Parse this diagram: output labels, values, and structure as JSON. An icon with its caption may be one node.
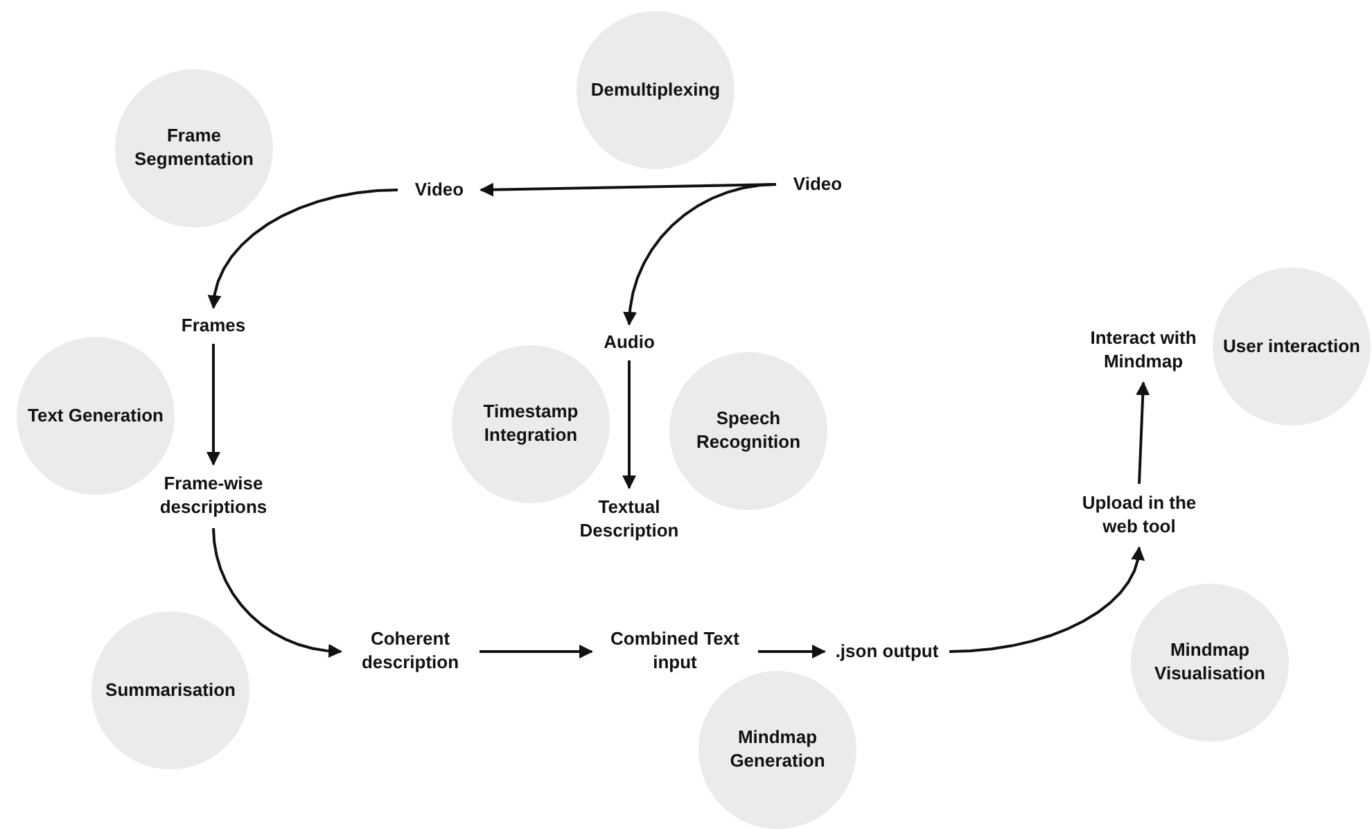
{
  "diagram": {
    "nodes": [
      {
        "text": [
          "Demultiplexing"
        ]
      },
      {
        "text": [
          "Frame Segmentation"
        ]
      },
      {
        "text": [
          "Video"
        ]
      },
      {
        "text": [
          "Video"
        ]
      },
      {
        "text": [
          "Frames"
        ]
      },
      {
        "text": [
          "Audio"
        ]
      },
      {
        "text": [
          "Text Generation"
        ]
      },
      {
        "text": [
          "Timestamp Integration"
        ]
      },
      {
        "text": [
          "Speech Recognition"
        ]
      },
      {
        "text": [
          "Frame-wise descriptions"
        ]
      },
      {
        "text": [
          "Textual Description"
        ]
      },
      {
        "text": [
          "Interact with Mindmap"
        ]
      },
      {
        "text": [
          "User interaction"
        ]
      },
      {
        "text": [
          "Upload in the web tool"
        ]
      },
      {
        "text": [
          "Coherent description"
        ]
      },
      {
        "text": [
          "Combined Text input"
        ]
      },
      {
        "text": [
          ".json output"
        ]
      },
      {
        "text": [
          "Summarisation"
        ]
      },
      {
        "text": [
          "Mindmap Generation"
        ]
      },
      {
        "text": [
          "Mindmap Visualisation"
        ]
      }
    ],
    "edges": [
      {
        "from": 3,
        "to": 2,
        "arrow": "to"
      },
      {
        "from": 3,
        "to": 5,
        "arrow": "to"
      },
      {
        "from": 2,
        "to": 4,
        "arrow": "to"
      },
      {
        "from": 4,
        "to": 9,
        "arrow": "to"
      },
      {
        "from": 5,
        "to": 10,
        "arrow": "to"
      },
      {
        "from": 9,
        "to": 14,
        "arrow": "to"
      },
      {
        "from": 14,
        "to": 15,
        "arrow": "to"
      },
      {
        "from": 15,
        "to": 16,
        "arrow": "to"
      },
      {
        "from": 16,
        "to": 13,
        "arrow": "to"
      },
      {
        "from": 13,
        "to": 11,
        "arrow": "to"
      }
    ]
  }
}
